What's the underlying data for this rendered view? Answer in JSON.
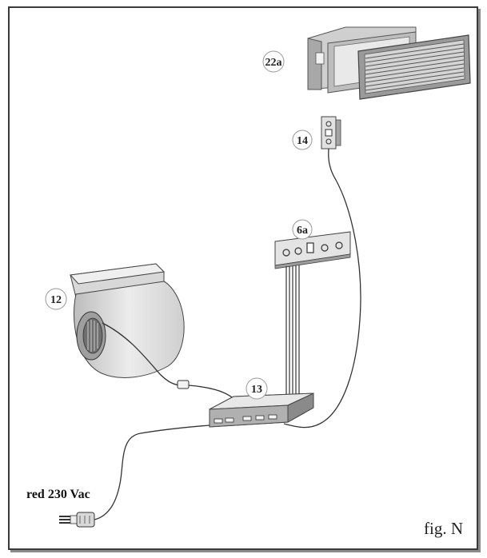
{
  "callouts": {
    "grille": "22a",
    "switch": "14",
    "control_panel": "6a",
    "fan": "12",
    "control_box": "13"
  },
  "supply_label": "red 230 Vac",
  "figure_caption": "fig. N",
  "colors": {
    "line": "#333333",
    "component_fill": "#e6e6e6",
    "component_dark": "#9a9a9a",
    "frame": "#3a3a3a"
  }
}
